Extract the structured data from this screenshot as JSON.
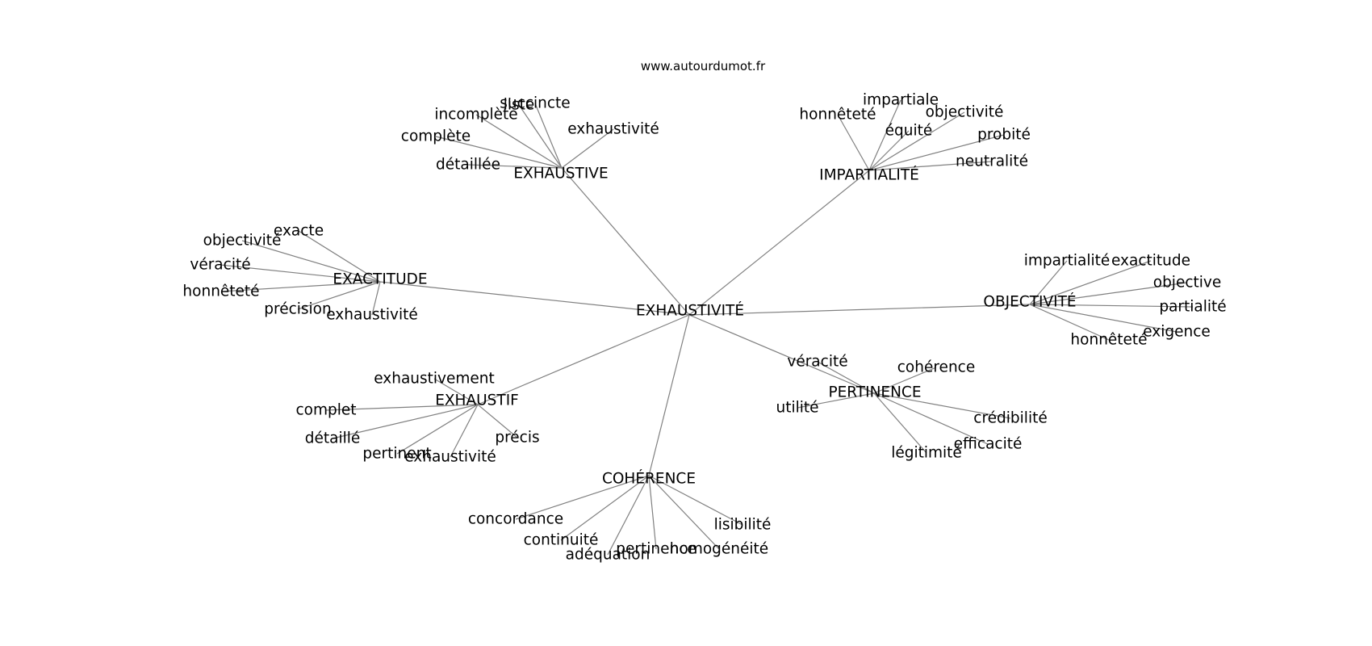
{
  "header": {
    "site": "www.autourdumot.fr"
  },
  "graph": {
    "center": "EXHAUSTIVITÉ",
    "clusters": [
      {
        "hub": "EXHAUSTIVE",
        "leaves": [
          "liste",
          "succincte",
          "incomplète",
          "complète",
          "exhaustivité",
          "détaillée"
        ]
      },
      {
        "hub": "IMPARTIALITÉ",
        "leaves": [
          "impartiale",
          "honnêteté",
          "objectivité",
          "équité",
          "probité",
          "neutralité"
        ]
      },
      {
        "hub": "EXACTITUDE",
        "leaves": [
          "exacte",
          "objectivité",
          "véracité",
          "honnêteté",
          "précision",
          "exhaustivité"
        ]
      },
      {
        "hub": "OBJECTIVITÉ",
        "leaves": [
          "impartialité",
          "exactitude",
          "objective",
          "partialité",
          "exigence",
          "honnêteté"
        ]
      },
      {
        "hub": "PERTINENCE",
        "leaves": [
          "véracité",
          "cohérence",
          "utilité",
          "crédibilité",
          "efficacité",
          "légitimité"
        ]
      },
      {
        "hub": "EXHAUSTIF",
        "leaves": [
          "exhaustivement",
          "complet",
          "détaillé",
          "précis",
          "pertinent",
          "exhaustivité"
        ]
      },
      {
        "hub": "COHÉRENCE",
        "leaves": [
          "concordance",
          "lisibilité",
          "continuité",
          "adéquation",
          "pertinence",
          "homogénéité"
        ]
      }
    ]
  }
}
